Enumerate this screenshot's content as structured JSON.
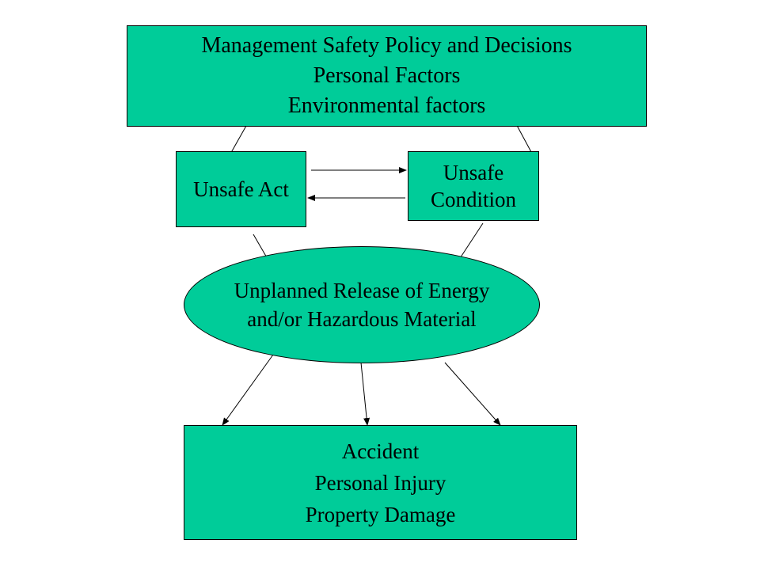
{
  "colors": {
    "fill": "#00CC99",
    "stroke": "#000000",
    "background": "#FFFFFF"
  },
  "nodes": {
    "management": {
      "lines": [
        "Management  Safety Policy and Decisions",
        "Personal Factors",
        "Environmental  factors"
      ]
    },
    "unsafe_act": {
      "lines": [
        "Unsafe  Act"
      ]
    },
    "unsafe_condition": {
      "lines": [
        "Unsafe",
        "Condition"
      ]
    },
    "release": {
      "lines": [
        "Unplanned Release of Energy",
        "and/or Hazardous Material"
      ]
    },
    "accident": {
      "lines": [
        "Accident",
        "Personal Injury",
        "Property Damage"
      ]
    }
  },
  "edges": [
    {
      "from": "management",
      "to": "unsafe_act"
    },
    {
      "from": "management",
      "to": "unsafe_condition"
    },
    {
      "from": "unsafe_act",
      "to": "unsafe_condition"
    },
    {
      "from": "unsafe_condition",
      "to": "unsafe_act"
    },
    {
      "from": "unsafe_act",
      "to": "release"
    },
    {
      "from": "unsafe_condition",
      "to": "release"
    },
    {
      "from": "release",
      "to": "accident"
    },
    {
      "from": "release",
      "to": "accident"
    },
    {
      "from": "release",
      "to": "accident"
    }
  ]
}
